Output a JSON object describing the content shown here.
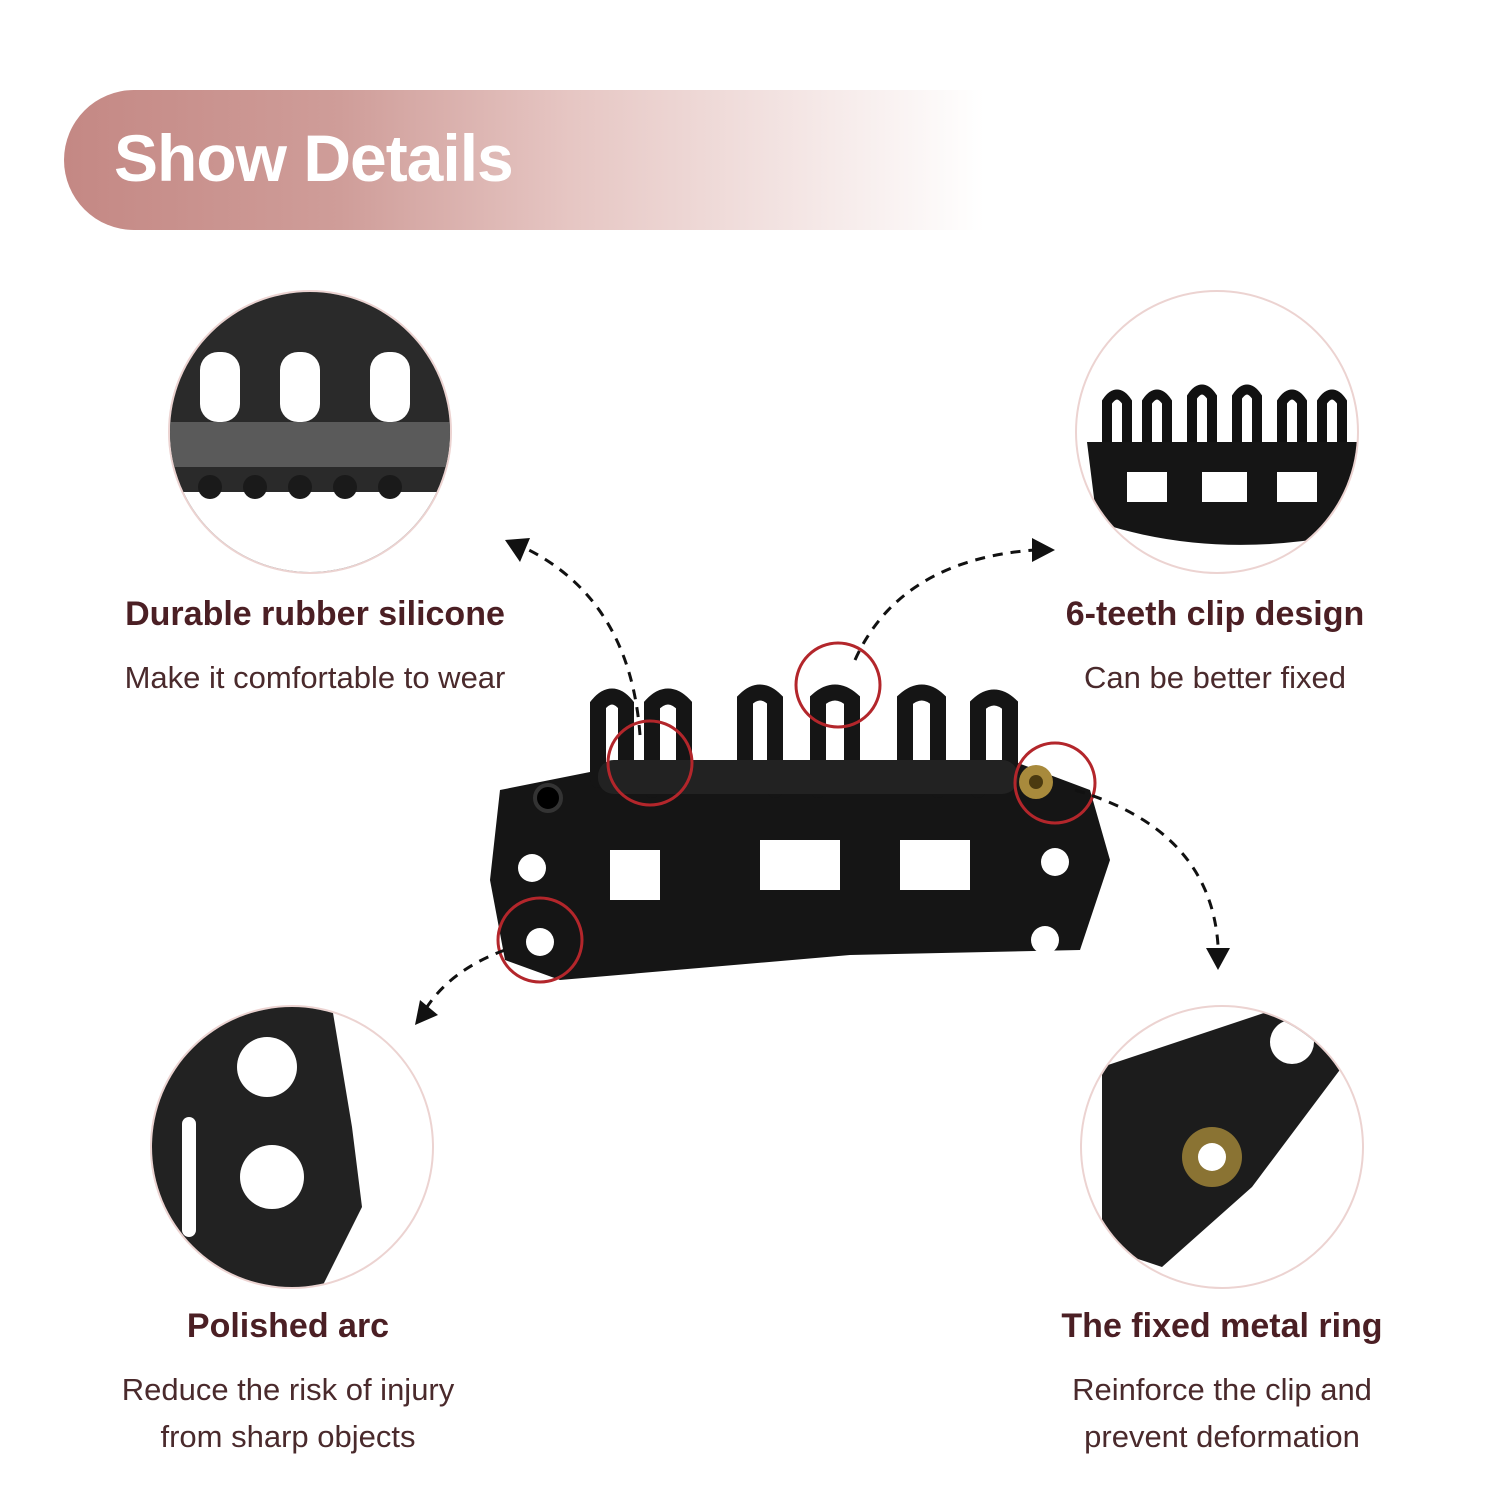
{
  "header": {
    "title": "Show Details"
  },
  "features": [
    {
      "title": "Durable rubber silicone",
      "lines": [
        "Make it comfortable to wear"
      ]
    },
    {
      "title": "6-teeth clip design",
      "lines": [
        "Can be better fixed"
      ]
    },
    {
      "title": "Polished arc",
      "lines": [
        "Reduce the risk of injury",
        "from sharp objects"
      ]
    },
    {
      "title": "The fixed metal ring",
      "lines": [
        "Reinforce the clip and",
        "prevent deformation"
      ]
    }
  ],
  "colors": {
    "accent": "#c48884",
    "highlight_circle": "#b3262b",
    "clip": "#1a1a1a",
    "ring": "#a88a3c"
  }
}
